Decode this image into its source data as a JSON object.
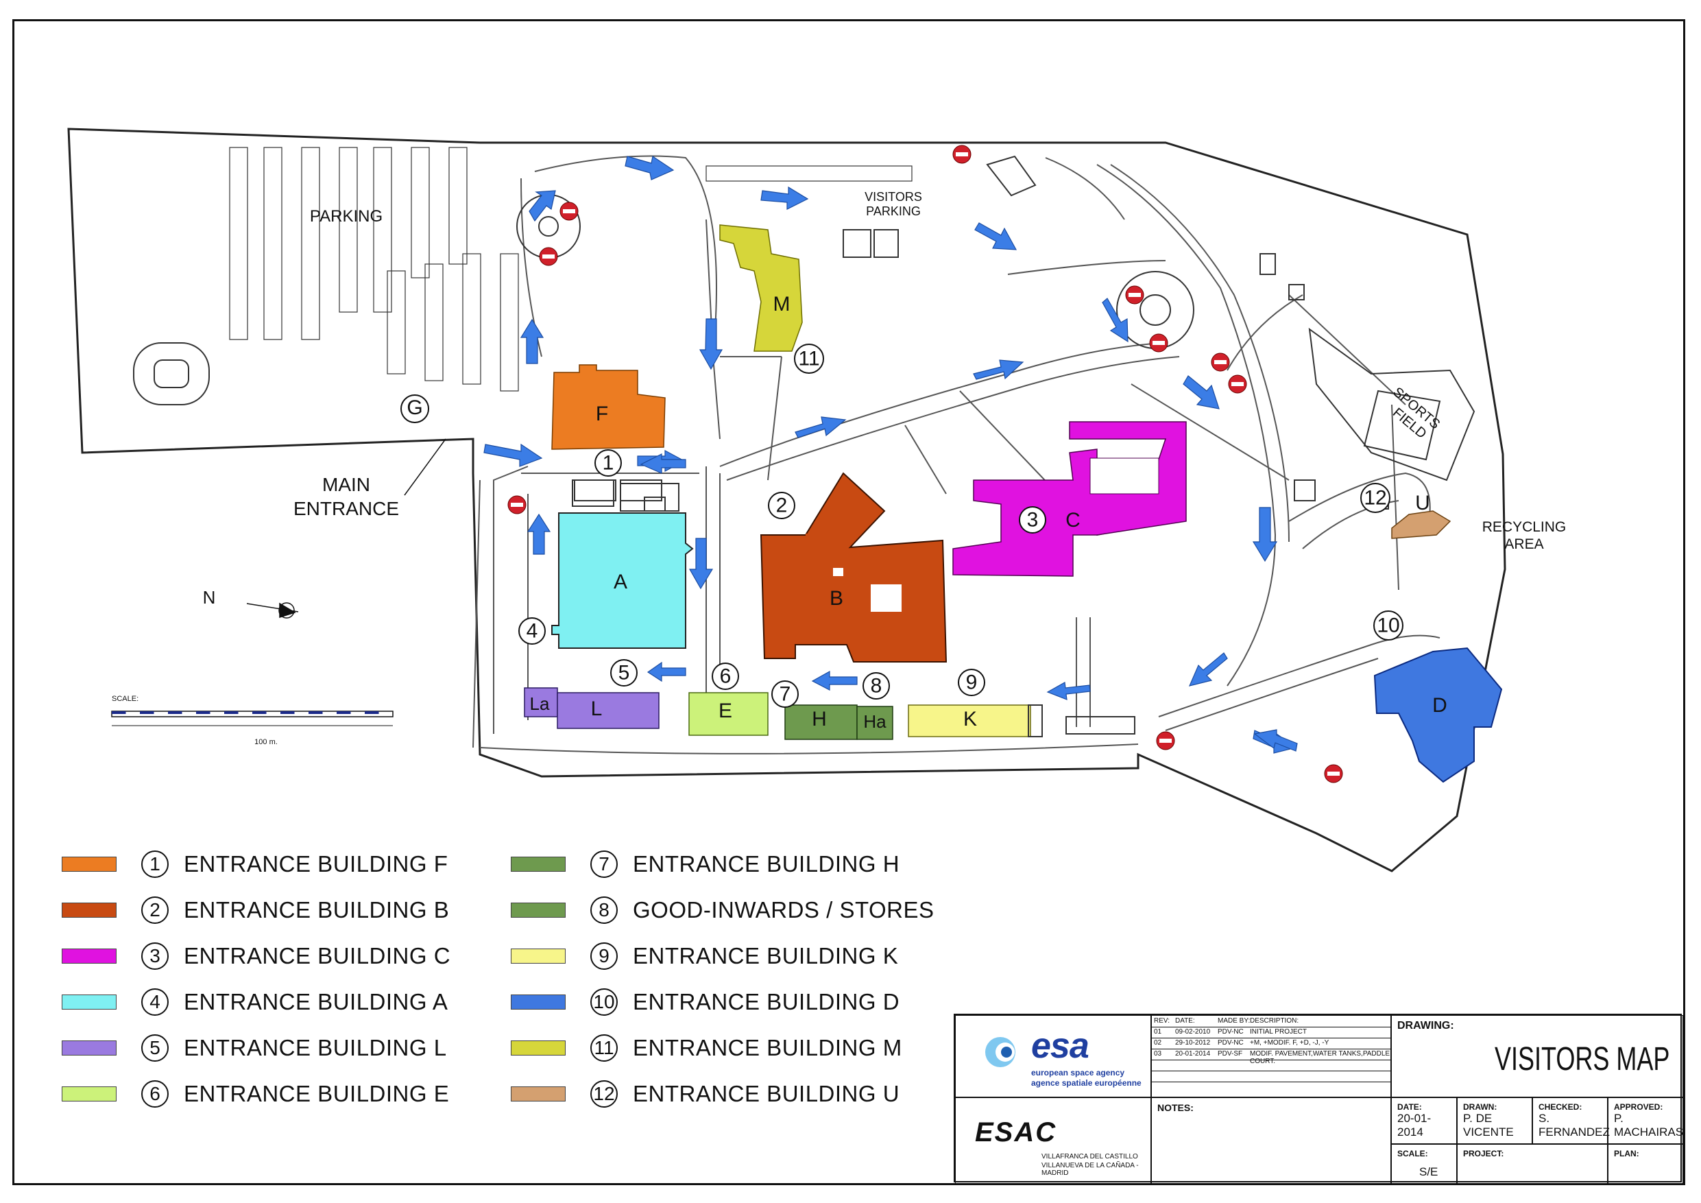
{
  "map": {
    "labels": {
      "parking": "PARKING",
      "visitors_parking": [
        "VISITORS",
        "PARKING"
      ],
      "main_entrance": [
        "MAIN",
        "ENTRANCE"
      ],
      "sports_field": [
        "SPORTS",
        "FIELD"
      ],
      "recycling_area": [
        "RECYCLING",
        "AREA"
      ],
      "north": "N",
      "scale_label": "SCALE:",
      "scale_value": "100 m."
    },
    "buildings": [
      {
        "id": "A",
        "color": "#7ff0f2"
      },
      {
        "id": "B",
        "color": "#c84a12"
      },
      {
        "id": "C",
        "color": "#e012e0"
      },
      {
        "id": "D",
        "color": "#3f78e0"
      },
      {
        "id": "E",
        "color": "#ccf27a"
      },
      {
        "id": "F",
        "color": "#ec7c22"
      },
      {
        "id": "G",
        "color": "#ffffff"
      },
      {
        "id": "H",
        "color": "#6e9a4e"
      },
      {
        "id": "Ha",
        "color": "#6e9a4e"
      },
      {
        "id": "K",
        "color": "#f7f58a"
      },
      {
        "id": "L",
        "color": "#9a7ae0"
      },
      {
        "id": "La",
        "color": "#9a7ae0"
      },
      {
        "id": "M",
        "color": "#d6d63a"
      },
      {
        "id": "U",
        "color": "#d4a070"
      }
    ],
    "entrance_markers": [
      "1",
      "2",
      "3",
      "4",
      "5",
      "6",
      "7",
      "8",
      "9",
      "10",
      "11",
      "12"
    ],
    "arrow_color": "#3b7de6",
    "no_entry_color": "#d0202a"
  },
  "legend": [
    {
      "num": "1",
      "label": "ENTRANCE BUILDING F",
      "color": "#ec7c22"
    },
    {
      "num": "2",
      "label": "ENTRANCE BUILDING B",
      "color": "#c84a12"
    },
    {
      "num": "3",
      "label": "ENTRANCE BUILDING C",
      "color": "#e012e0"
    },
    {
      "num": "4",
      "label": "ENTRANCE BUILDING A",
      "color": "#7ff0f2"
    },
    {
      "num": "5",
      "label": "ENTRANCE BUILDING L",
      "color": "#9a7ae0"
    },
    {
      "num": "6",
      "label": "ENTRANCE BUILDING E",
      "color": "#ccf27a"
    },
    {
      "num": "7",
      "label": "ENTRANCE BUILDING H",
      "color": "#6e9a4e"
    },
    {
      "num": "8",
      "label": "GOOD-INWARDS / STORES",
      "color": "#6e9a4e"
    },
    {
      "num": "9",
      "label": "ENTRANCE BUILDING K",
      "color": "#f7f58a"
    },
    {
      "num": "10",
      "label": "ENTRANCE BUILDING D",
      "color": "#3f78e0"
    },
    {
      "num": "11",
      "label": "ENTRANCE BUILDING M",
      "color": "#d6d63a"
    },
    {
      "num": "12",
      "label": "ENTRANCE BUILDING U",
      "color": "#d4a070"
    }
  ],
  "title_block": {
    "esa_name": "esa",
    "esa_en": "european space agency",
    "esa_fr": "agence spatiale européenne",
    "esac_name": "ESAC",
    "esac_address": [
      "VILLAFRANCA DEL CASTILLO",
      "VILLANUEVA DE LA CAÑADA - MADRID"
    ],
    "rev_headers": [
      "REV:",
      "DATE:",
      "MADE BY:",
      "DESCRIPTION:"
    ],
    "revisions": [
      [
        "01",
        "09-02-2010",
        "PDV-NC",
        "INITIAL PROJECT"
      ],
      [
        "02",
        "29-10-2012",
        "PDV-NC",
        "+M, +MODIF. F, +D, -J, -Y"
      ],
      [
        "03",
        "20-01-2014",
        "PDV-SF",
        "MODIF. PAVEMENT,WATER TANKS,PADDLE COURT."
      ]
    ],
    "notes_label": "NOTES:",
    "drawing_label": "DRAWING:",
    "drawing_title": "VISITORS MAP",
    "date_label": "DATE:",
    "date_value": "20-01-2014",
    "drawn_label": "DRAWN:",
    "drawn_value": "P. DE VICENTE",
    "checked_label": "CHECKED:",
    "checked_value": "S. FERNANDEZ",
    "approved_label": "APPROVED:",
    "approved_value": "P. MACHAIRAS",
    "scale_label": "SCALE:",
    "scale_value": "S/E",
    "project_label": "PROJECT:",
    "plan_label": "PLAN:"
  }
}
